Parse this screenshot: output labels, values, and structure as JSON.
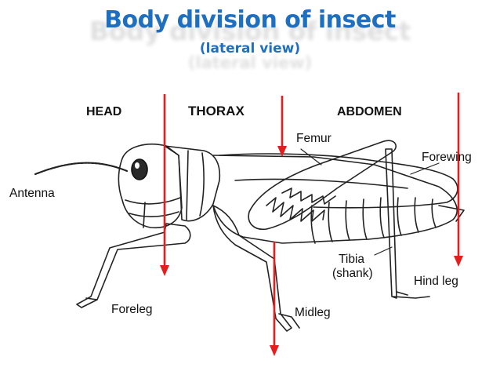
{
  "title": "Body division of insect",
  "subtitle": "(lateral view)",
  "regions": {
    "head": "HEAD",
    "thorax": "THORAX",
    "abdomen": "ABDOMEN"
  },
  "parts": {
    "antenna": "Antenna",
    "femur": "Femur",
    "forewing": "Forewing",
    "tibia": "Tibia",
    "shank": "(shank)",
    "hind_leg": "Hind leg",
    "foreleg": "Foreleg",
    "midleg": "Midleg"
  },
  "colors": {
    "title": "#1f6fc0",
    "divider_arrow": "#e41e1e",
    "outline": "#222222"
  }
}
